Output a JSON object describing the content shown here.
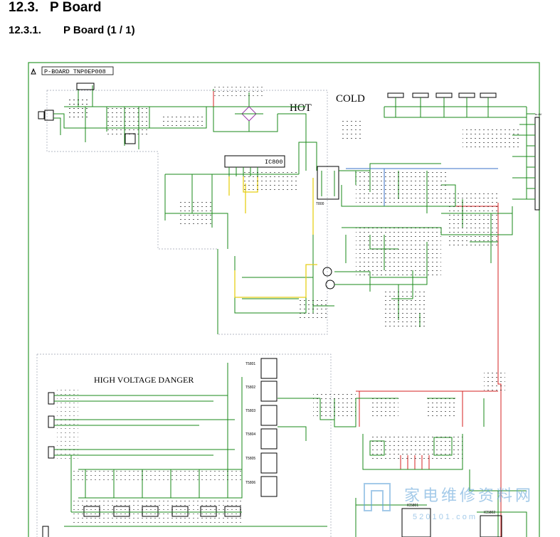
{
  "heading": {
    "number": "12.3.",
    "title": "P Board"
  },
  "subheading": {
    "number": "12.3.1.",
    "title": "P Board (1 / 1)"
  },
  "schematic": {
    "board_tag": "P-BOARD TNP0EP008",
    "warning_icon": "warning-triangle-icon",
    "zone_labels": {
      "hot": "HOT",
      "cold": "COLD",
      "danger": "HIGH VOLTAGE DANGER"
    },
    "ic_primary": "IC800",
    "transformer_primary": "T800",
    "transformers": [
      "T5801",
      "T5802",
      "T5803",
      "T5804",
      "T5805",
      "T5806"
    ],
    "ic_lower": [
      "IC5801",
      "IC5802"
    ],
    "connector_label": "to AV",
    "colors": {
      "frame": "#2e9a2e",
      "trace": "#1a8a1a",
      "yellow": "#e6cf18",
      "red": "#d42020",
      "blue": "#3a72c8",
      "violet": "#9a3aa8"
    }
  },
  "watermark": {
    "text": "家电维修资料网",
    "url": "5 2 0 1 0 1 . c o m"
  }
}
